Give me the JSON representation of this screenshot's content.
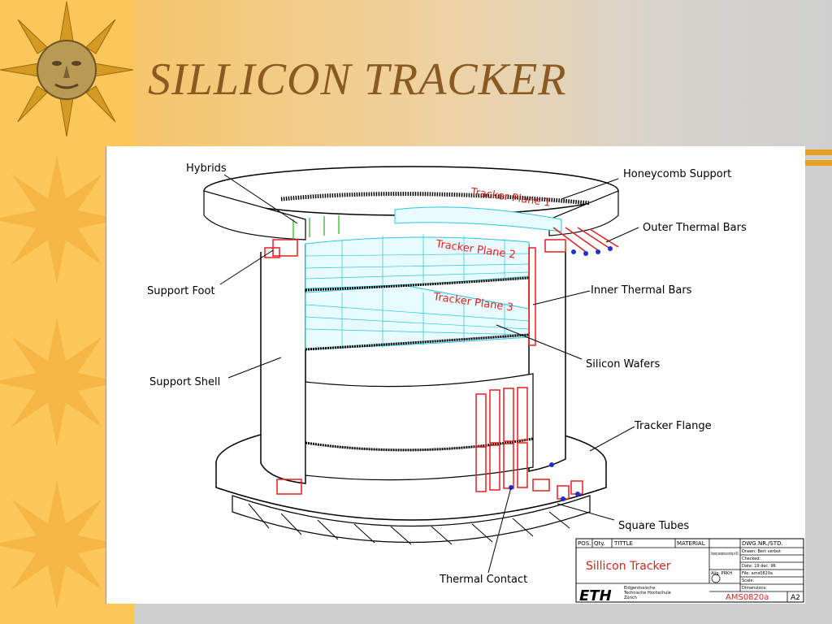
{
  "slide": {
    "title": "SILLICON TRACKER"
  },
  "labels": {
    "hybrids": "Hybrids",
    "honeycomb_support": "Honeycomb Support",
    "outer_thermal_bars": "Outer Thermal Bars",
    "support_foot": "Support Foot",
    "inner_thermal_bars": "Inner Thermal Bars",
    "silicon_wafers": "Silicon Wafers",
    "support_shell": "Support Shell",
    "tracker_flange": "Tracker Flange",
    "square_tubes": "Square Tubes",
    "thermal_contact": "Thermal Contact",
    "tracker_plane_1": "Tracker Plane 1",
    "tracker_plane_2": "Tracker Plane 2",
    "tracker_plane_3": "Tracker Plane 3"
  },
  "title_block": {
    "pos": "POS.",
    "qty": "Qty.",
    "tittle": "TITTLE",
    "material": "MATERIAL",
    "dwg_nr": "DWG.NR./STD.",
    "drawing_title": "Sillicon Tracker",
    "drawing_number": "AMS0820a",
    "sheet_size": "A2",
    "eth": "ETH",
    "institution_line1": "Eidgenössische",
    "institution_line2": "Technische Hochschule",
    "institution_line3": "Zürich",
    "drawn_by": "Drawn: Bert verbot",
    "checked": "Checked:",
    "date": "Date: 19 dec. 96",
    "file": "File: ams0820a",
    "scale": "Scale:",
    "dimensions": "Dimensions:",
    "drawing_standards": "Drawing standards according to ISO.",
    "tol": "Allg. PRKH"
  },
  "colors": {
    "title": "#8a5a22",
    "sidebar": "#fbc65a",
    "accent_bar": "#e8a020",
    "wafer": "#29c6e0",
    "hybrid": "#e02020",
    "support_green": "#20b020",
    "blue_part": "#2030d0"
  }
}
